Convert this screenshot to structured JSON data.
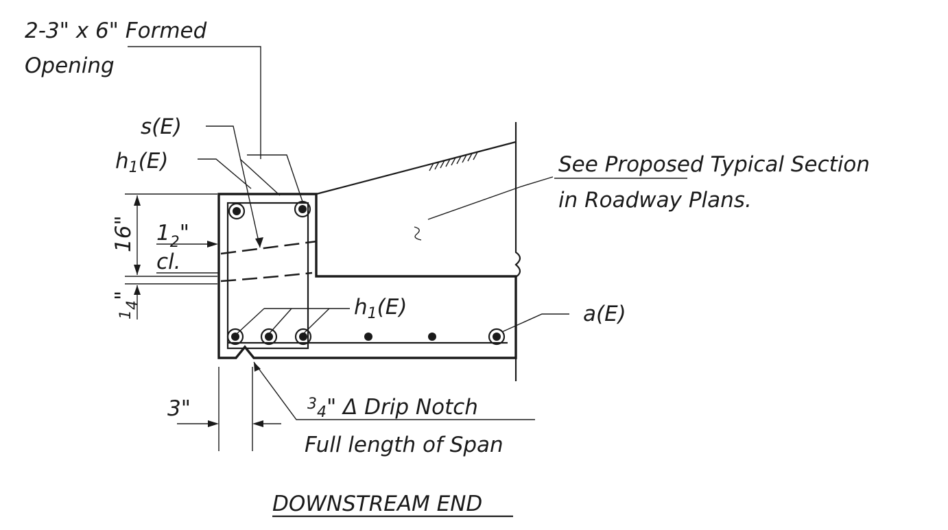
{
  "labels": {
    "formed_opening_line1": "2-3\" x 6\" Formed",
    "formed_opening_line2": "Opening",
    "stirrup": "s(E)",
    "h1_top": "h",
    "h1_top_sub": "1",
    "h1_top_suffix": "(E)",
    "typical_line1": "See Proposed Typical Section",
    "typical_line2": "in Roadway Plans.",
    "dim_16": "16\"",
    "cover_num": "1",
    "cover_den": "2",
    "cover_unit": "\"",
    "clear": "cl.",
    "dim_quarter_num": "1",
    "dim_quarter_den": "4",
    "dim_quarter_unit": "\"",
    "h1_bottom": "h",
    "h1_bottom_sub": "1",
    "h1_bottom_suffix": "(E)",
    "a_bar": "a(E)",
    "dim_3": "3\"",
    "drip_num": "3",
    "drip_den": "4",
    "drip_rest": "\" Δ Drip Notch",
    "drip_line2": "Full length of Span",
    "title": "DOWNSTREAM END"
  },
  "colors": {
    "ink": "#1a1a1a",
    "paper": "#ffffff",
    "concrete": "#f4f4f4"
  }
}
